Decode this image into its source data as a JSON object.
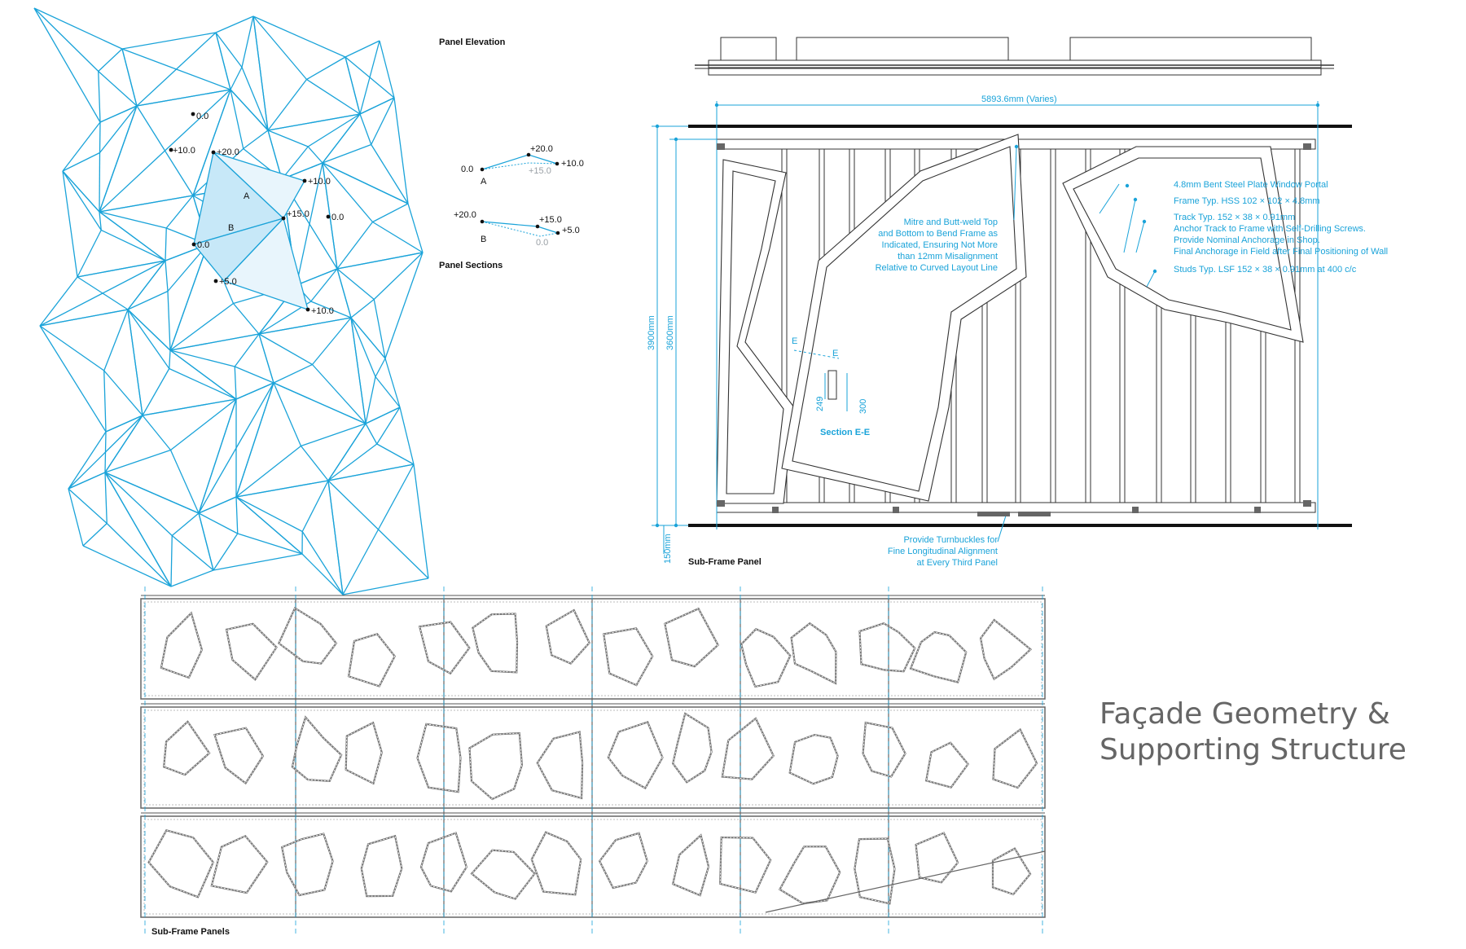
{
  "labels": {
    "panel_elevation": "Panel Elevation",
    "panel_sections": "Panel Sections",
    "sub_frame_panel": "Sub-Frame Panel",
    "sub_frame_panels": "Sub-Frame Panels",
    "title_line1": "Façade Geometry &",
    "title_line2": "Supporting Structure"
  },
  "elevation_values": {
    "v1": "0.0",
    "v2": "+10.0",
    "v3": "+20.0",
    "v4": "+10.0",
    "v5": "+15.0",
    "v6": "0.0",
    "v7": "0.0",
    "v8": "+5.0",
    "v9": "+10.0",
    "face_a": "A",
    "face_b": "B"
  },
  "sections": {
    "a": {
      "left": "0.0",
      "peak": "+20.0",
      "dashed": "+15.0",
      "right": "+10.0",
      "label": "A"
    },
    "b": {
      "left": "+20.0",
      "mid": "+15.0",
      "right": "+5.0",
      "dashed": "0.0",
      "label": "B"
    }
  },
  "dimensions": {
    "width": "5893.6mm (Varies)",
    "height_total": "3900mm",
    "height_frame": "3600mm",
    "base": "150mm",
    "section_mark": "E",
    "section_title": "Section E-E",
    "sec_249": "249",
    "sec_300": "300"
  },
  "notes": {
    "mitre": [
      "Mitre and Butt-weld Top",
      "and Bottom to Bend Frame as",
      "Indicated, Ensuring Not More",
      "than 12mm Misalignment",
      "Relative to Curved Layout Line"
    ],
    "portal": "4.8mm Bent Steel Plate Window Portal",
    "frame": "Frame Typ. HSS 102 × 102 × 4.8mm",
    "track": [
      "Track Typ. 152 × 38 × 0.91mm",
      "Anchor Track to Frame with Self-Drilling Screws.",
      "Provide Nominal Anchorage in Shop.",
      "Final Anchorage in Field after Final Positioning of Wall"
    ],
    "studs": "Studs Typ. LSF 152 × 38 × 0.91mm at 400 c/c",
    "turnbuckle": [
      "Provide Turnbuckles for",
      "Fine Longitudinal Alignment",
      "at Every Third Panel"
    ]
  },
  "colors": {
    "accent": "#1aa3d9",
    "ink": "#222222",
    "gray": "#666666",
    "fill_a": "#c7e8f8",
    "fill_b": "#e8f5fc"
  }
}
